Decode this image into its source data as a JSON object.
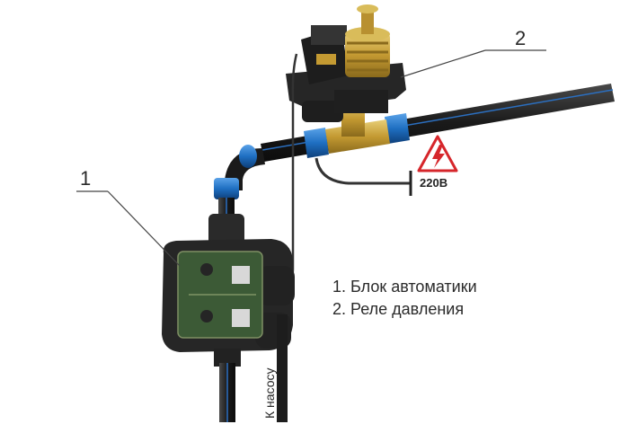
{
  "labels": {
    "callout_1": "1",
    "callout_2": "2",
    "legend_1": "1. Блок автоматики",
    "legend_2": "2. Реле давления",
    "voltage": "220В",
    "to_pump": "К насосу"
  },
  "icons": [
    "high-voltage-warning-icon"
  ],
  "colors": {
    "pipe": "#1f1f1f",
    "fitting_blue": "#1f6fc2",
    "brass": "#c9a640",
    "warning_red": "#d6262b",
    "housing": "#2b2b2b",
    "board_green": "#3c5a36"
  }
}
